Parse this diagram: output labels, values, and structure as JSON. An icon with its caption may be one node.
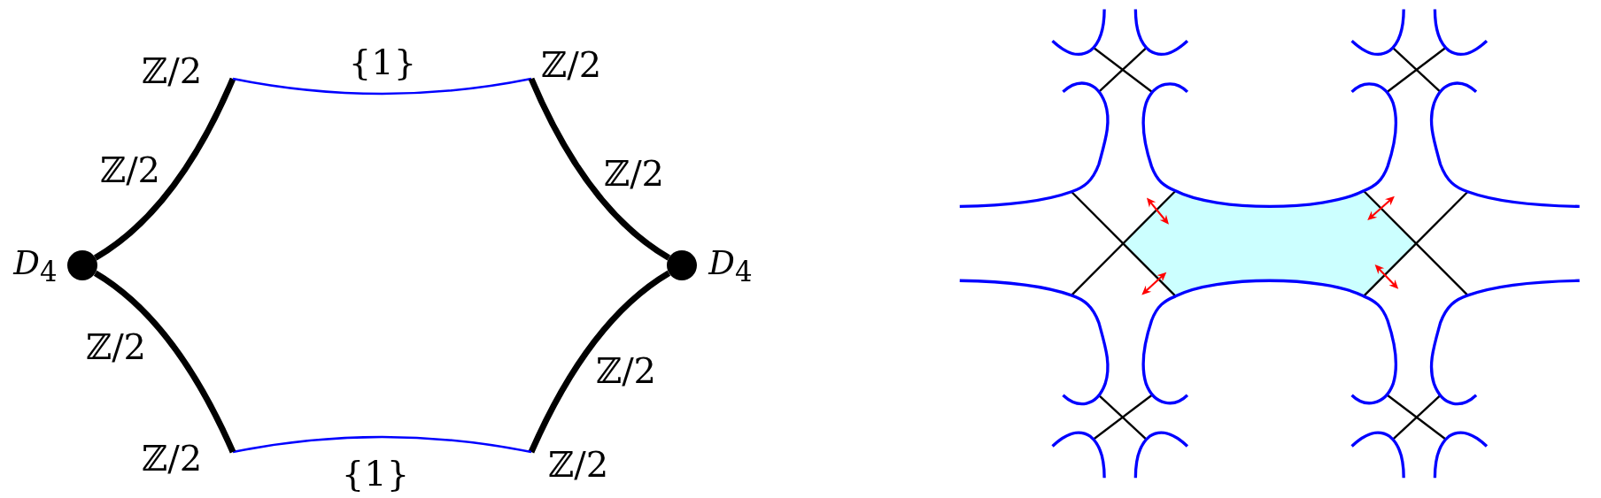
{
  "diagram": {
    "nodes": [
      {
        "text": [
          "ℤ/2"
        ]
      },
      {
        "text": [
          "ℤ/2"
        ]
      },
      {
        "text": [],
        "shape": "circle",
        "beside": [
          "*D*$_{4}$"
        ]
      },
      {
        "text": [],
        "shape": "circle",
        "beside": [
          "*D*$_{4}$"
        ]
      },
      {
        "text": [
          "ℤ/2"
        ]
      },
      {
        "text": [
          "ℤ/2"
        ]
      }
    ],
    "edges": [
      {
        "from": 2,
        "to": 0,
        "arrow": "none",
        "label": "ℤ/2"
      },
      {
        "from": 0,
        "to": 1,
        "arrow": "none",
        "label": "{1}",
        "color": "#0000ff"
      },
      {
        "from": 1,
        "to": 3,
        "arrow": "none",
        "label": "ℤ/2"
      },
      {
        "from": 3,
        "to": 5,
        "arrow": "none",
        "label": "ℤ/2"
      },
      {
        "from": 5,
        "to": 4,
        "arrow": "none",
        "label": "{1}",
        "color": "#0000ff"
      },
      {
        "from": 4,
        "to": 2,
        "arrow": "none",
        "label": "ℤ/2"
      }
    ]
  }
}
